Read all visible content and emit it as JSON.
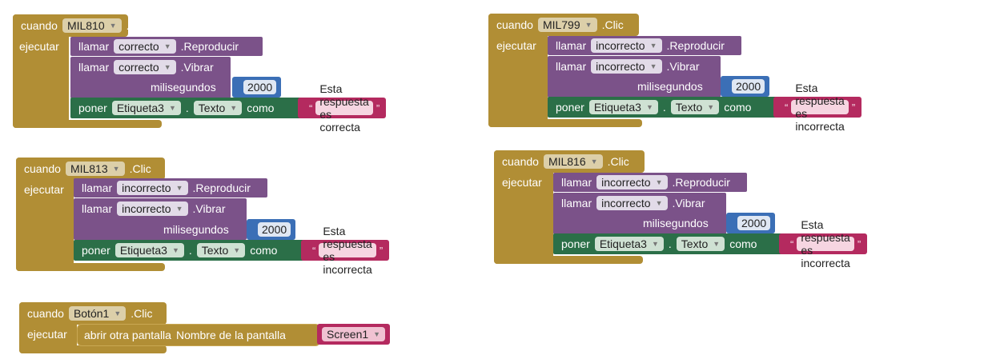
{
  "keywords": {
    "when": "cuando",
    "do": "ejecutar",
    "call": "llamar",
    "set": "poner",
    "as": "como",
    "ms_label": "milisegundos",
    "dot": ".",
    "quote_open": "“",
    "quote_close": "”"
  },
  "events": [
    {
      "component": "MIL810",
      "event": ".Clic",
      "sound": "correcto",
      "play": ".Reproducir",
      "vibrate": ".Vibrar",
      "ms": "2000",
      "label": "Etiqueta3",
      "prop": "Texto",
      "text": "Esta respuesta es correcta"
    },
    {
      "component": "MIL799",
      "event": ".Clic",
      "sound": "incorrecto",
      "play": ".Reproducir",
      "vibrate": ".Vibrar",
      "ms": "2000",
      "label": "Etiqueta3",
      "prop": "Texto",
      "text": "Esta respuesta es incorrecta"
    },
    {
      "component": "MIL813",
      "event": ".Clic",
      "sound": "incorrecto",
      "play": ".Reproducir",
      "vibrate": ".Vibrar",
      "ms": "2000",
      "label": "Etiqueta3",
      "prop": "Texto",
      "text": "Esta respuesta es incorrecta"
    },
    {
      "component": "MIL816",
      "event": ".Clic",
      "sound": "incorrecto",
      "play": ".Reproducir",
      "vibrate": ".Vibrar",
      "ms": "2000",
      "label": "Etiqueta3",
      "prop": "Texto",
      "text": "Esta respuesta es incorrecta"
    }
  ],
  "button_event": {
    "component": "Botón1",
    "event": ".Clic",
    "action": "abrir otra pantalla",
    "arg_label": "Nombre de la pantalla",
    "screen": "Screen1"
  },
  "colors": {
    "event": "#b18e35",
    "procedure": "#7b5289",
    "setter": "#2b6f48",
    "number": "#3b6fb6",
    "text": "#b42a5f",
    "control": "#b18e35"
  },
  "icons": {
    "dropdown": "triangle-down"
  }
}
